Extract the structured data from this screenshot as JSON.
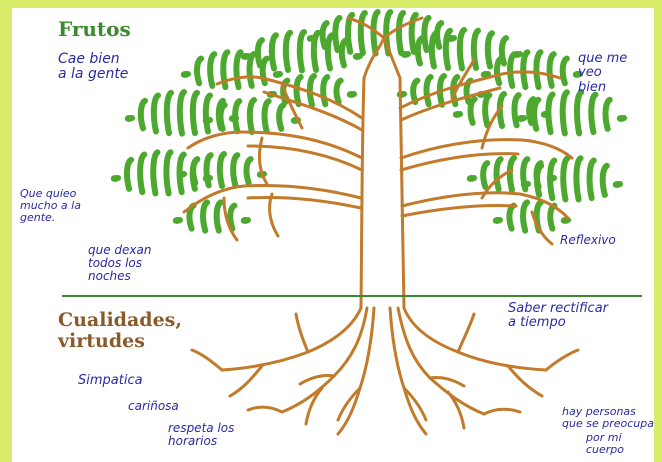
{
  "sections": {
    "top_title": "Frutos",
    "bottom_title": "Cualidades,\nvirtudes"
  },
  "notes": {
    "cae_bien": "Cae bien\na la gente",
    "que_me_veo_bien": "que me\nveo\nbien",
    "que_quieo": "Que quieo\nmucho a la\ngente.",
    "que_dejan": "que dexan\ntodos los\nnoches",
    "reflexivo": "Reflexivo",
    "saber_rectificar": "Saber rectificar\na tiempo",
    "simpatica": "Simpatica",
    "carinosa": "cariñosa",
    "respeta": "respeta los\nhorarios",
    "hay_personas": "hay personas\nque se preocupa",
    "por_mi_cuerpo": "por mi\ncuerpo"
  },
  "colors": {
    "leaves": "#4ca82e",
    "trunk": "#c27a2b",
    "ground_line": "#3c8a2f",
    "ink": "#2a2aa0",
    "frame": "#d9ec6a"
  }
}
